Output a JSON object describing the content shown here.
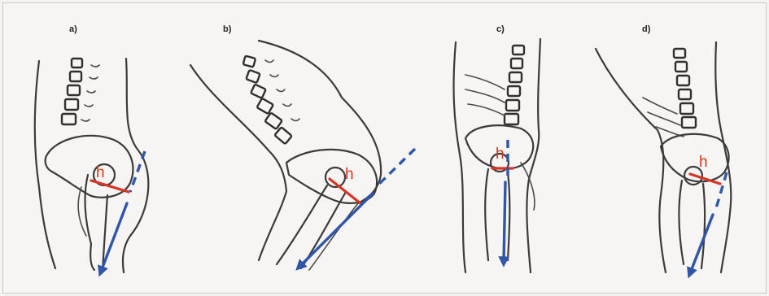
{
  "panels": [
    {
      "label": "a)"
    },
    {
      "label": "b)"
    },
    {
      "label": "c)"
    },
    {
      "label": "d)"
    }
  ],
  "marker_label": "h",
  "colors": {
    "outline": "#3b3b3b",
    "height_line": "#d83424",
    "force_arrow": "#2f56a8",
    "background": "#f6f5f3"
  }
}
